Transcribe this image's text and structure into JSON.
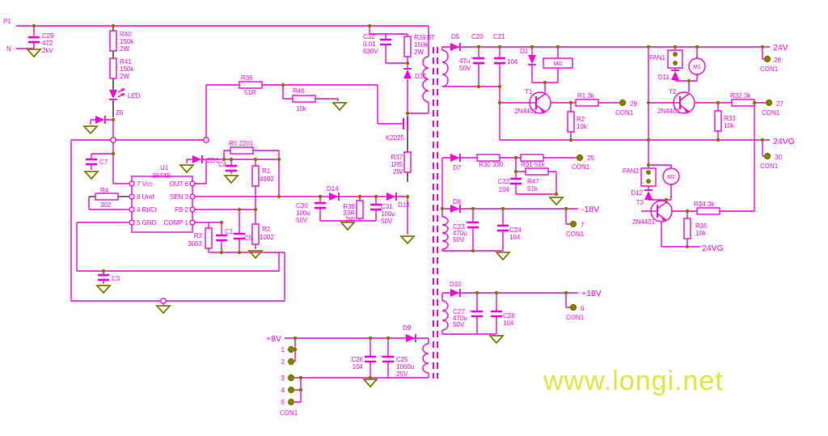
{
  "watermark": "www.longi.net",
  "colors": {
    "wire": "#ff00e1",
    "junction": "#7f7f00",
    "black_lead": "#1a1a1a",
    "watermark": "#d9e93e",
    "background": "#ffffff"
  },
  "shared": {
    "w2": "2W",
    "k150": "150k",
    "k10": "10k",
    "u104": "104",
    "v50": "50V",
    "u470": "470u",
    "npn": "2N4401",
    "con1": "CON1",
    "u100": "100u",
    "vg24": "24VG",
    "plus": "+"
  },
  "labels": {
    "p1": "P1",
    "n": "N",
    "c29": "C29",
    "c29_v": "472",
    "c29_kv": "2kV",
    "r40": "R40",
    "r41": "R41",
    "led": "LED",
    "z6": "Z6",
    "c7": "C7",
    "u1": "U1",
    "u1_part": "3844B",
    "zd1": "ZD1",
    "r4": "R4",
    "r4_v": "302",
    "pin7": "7 Vcc",
    "pin8": "8 Uref",
    "pin4": "4 Rt/Ct",
    "pin5": "5 GND",
    "pin6": "OUT 6",
    "pin3": "SEN 3",
    "pin2": "FB 2",
    "pin1": "COMP 1",
    "r5": "R5 2201",
    "c4": "C4",
    "r1a": "R1",
    "r1a_v": "4992",
    "r2a": "R2",
    "r2a_v": "1002",
    "c1": "C1",
    "c5": "C5",
    "r3": "R3",
    "r3_v": "3003",
    "c3": "C3",
    "r36": "R36",
    "r36_v": "51R",
    "r46": "R46",
    "c32": "C32",
    "c32_v": "0.01",
    "c32_kv": "630V",
    "r39": "R39",
    "d15": "D15",
    "k2225": "K2225",
    "bt": "BT",
    "r37": "R37",
    "r37_v": "1R5",
    "d14": "D14",
    "c30": "C30",
    "r38": "R38",
    "r38_v": "33R",
    "c31": "C31",
    "d13": "D13",
    "d5": "D5",
    "c20": "C20",
    "c20_v": "47u",
    "c21": "C21",
    "d1": "D1",
    "mg": "MG",
    "t1": "T1",
    "r1b": "R1  3k",
    "r2b": "R2",
    "n29": "29",
    "v24": "24V",
    "n28": "28",
    "fan1": "FAN1",
    "m1": "M1",
    "d11": "D11",
    "t2": "T2",
    "r32": "R32  3k",
    "r33": "R33",
    "n27": "27",
    "n30": "30",
    "fan2": "FAN2",
    "m2": "M2",
    "d12": "D12",
    "t3": "T3",
    "r34": "R34  3k",
    "r35": "R35",
    "d7": "D7",
    "r30": "R30  330",
    "r31": "R31  51k",
    "n25": "25",
    "c22": "C22",
    "r47": "R47",
    "r47_v": "51k",
    "d8": "D8",
    "vn18": "-18V",
    "c23": "C23",
    "c24": "C24",
    "n7": "7",
    "d10": "D10",
    "vp18": "+18V",
    "c27": "C27",
    "c28": "C28",
    "n6": "6",
    "v8": "+8V",
    "p1n": "1",
    "p2n": "2",
    "p3n": "3",
    "p4n": "4",
    "p5n": "5",
    "d9": "D9",
    "c26": "C26",
    "c25": "C25",
    "c25_v": "1000u",
    "c25_kv": "25V"
  }
}
